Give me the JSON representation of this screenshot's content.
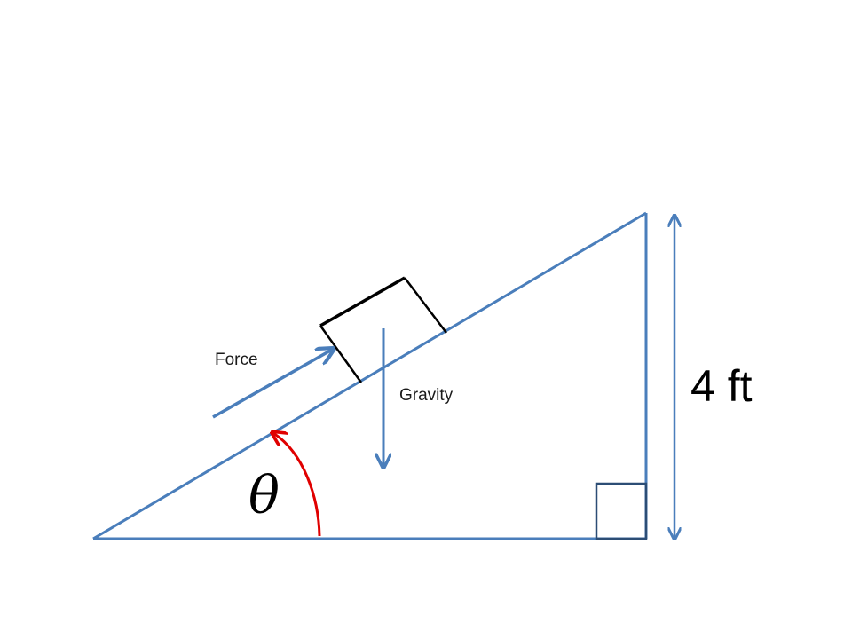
{
  "labels": {
    "force": "Force",
    "gravity": "Gravity",
    "height": "4 ft",
    "angle": "θ"
  },
  "colors": {
    "incline": "#4a7ebb",
    "block": "#000000",
    "angle_arc": "#e00000",
    "right_angle_marker": "#2c4d75"
  },
  "icons": {
    "force_arrow": "arrow-up-right",
    "gravity_arrow": "arrow-down",
    "height_dimension": "double-arrow-vertical"
  }
}
